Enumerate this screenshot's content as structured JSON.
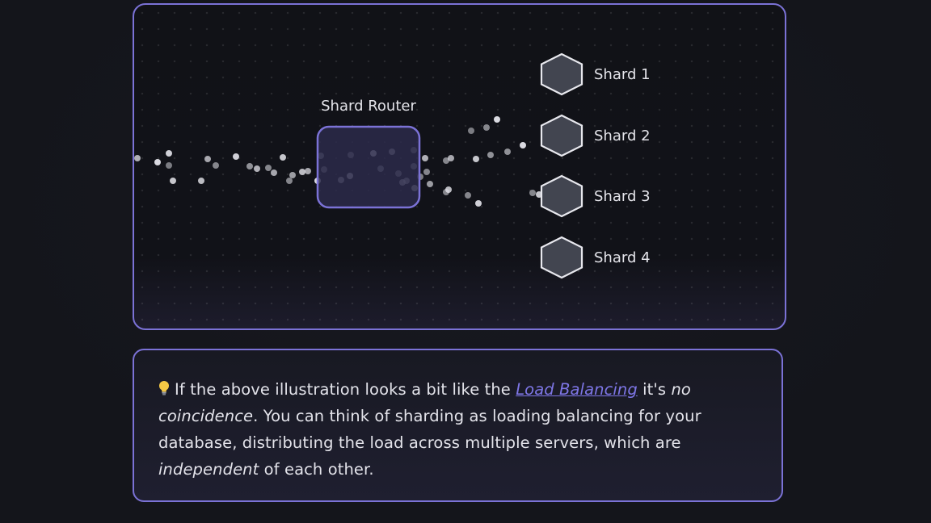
{
  "diagram": {
    "router_label": "Shard Router",
    "shards": [
      {
        "label": "Shard 1"
      },
      {
        "label": "Shard 2"
      },
      {
        "label": "Shard 3"
      },
      {
        "label": "Shard 4"
      }
    ],
    "colors": {
      "accent": "#7b72d6",
      "router_fill": "#2c2a4a",
      "shard_fill": "#424550",
      "shard_stroke": "#e8e8ee",
      "particle": "#e6e6ec"
    }
  },
  "note": {
    "icon": "lightbulb-icon",
    "part1": "If the above illustration looks a bit like the ",
    "link_text": "Load Balancing",
    "part2": " it's ",
    "em1": "no coincidence",
    "part3": ". You can think of sharding as loading balancing for your database, distributing the load across multiple servers, which are ",
    "em2": "independent",
    "part4": " of each other."
  }
}
